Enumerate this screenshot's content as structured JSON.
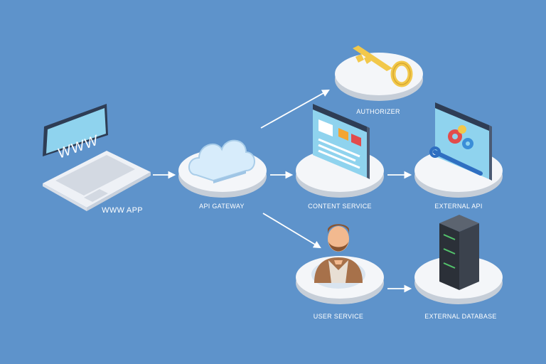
{
  "diagram": {
    "nodes": [
      {
        "id": "www-app",
        "label": "WWW APP",
        "screen_text": "WWW"
      },
      {
        "id": "api-gateway",
        "label": "API GATEWAY"
      },
      {
        "id": "authorizer",
        "label": "AUTHORIZER"
      },
      {
        "id": "content-service",
        "label": "CONTENT SERVICE"
      },
      {
        "id": "external-api",
        "label": "EXTERNAL API"
      },
      {
        "id": "user-service",
        "label": "USER SERVICE"
      },
      {
        "id": "external-database",
        "label": "EXTERNAL DATABASE"
      }
    ],
    "edges": [
      {
        "from": "www-app",
        "to": "api-gateway"
      },
      {
        "from": "api-gateway",
        "to": "authorizer"
      },
      {
        "from": "api-gateway",
        "to": "content-service"
      },
      {
        "from": "api-gateway",
        "to": "user-service"
      },
      {
        "from": "content-service",
        "to": "external-api"
      },
      {
        "from": "user-service",
        "to": "external-database"
      }
    ]
  },
  "colors": {
    "background": "#5e93cb",
    "platform": "#f4f6f9",
    "cloud": "#d7ecfb",
    "key": "#f2c84b",
    "screen": "#8fd3ee"
  }
}
